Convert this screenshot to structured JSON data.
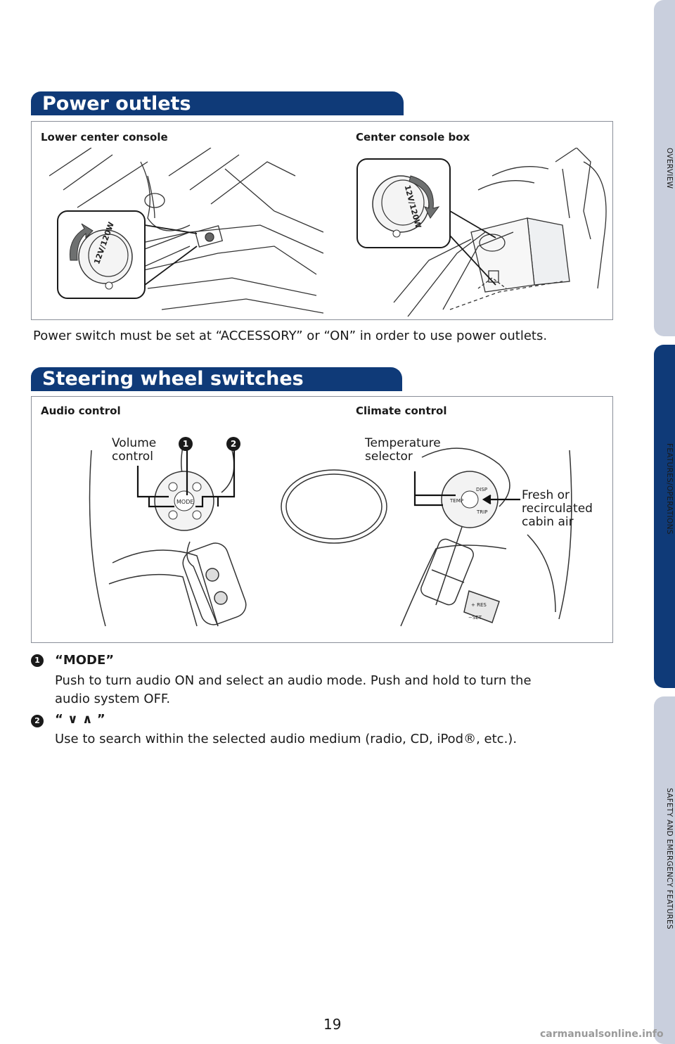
{
  "side_tabs": [
    "OVERVIEW",
    "FEATURES/OPERATIONS",
    "SAFETY AND EMERGENCY FEATURES"
  ],
  "power_outlets": {
    "title": "Power outlets",
    "left_caption": "Lower center console",
    "right_caption": "Center console box",
    "outlet_label": "12V/120W",
    "note": "Power switch must be set at “ACCESSORY” or “ON” in order to use power outlets."
  },
  "steering": {
    "title": "Steering wheel switches",
    "left_caption": "Audio control",
    "right_caption": "Climate control",
    "volume_label": "Volume control",
    "temp_label": "Temperature selector",
    "fresh_label": "Fresh or recirculated cabin air",
    "mode_btn": "MODE",
    "temp_btn": "TEMP",
    "disp_btn": "DISP",
    "trip_btn": "TRIP",
    "res_label": "+ RES",
    "set_label": "−SET",
    "badge1": "1",
    "badge2": "2"
  },
  "items": [
    {
      "number": "1",
      "heading": "“MODE”",
      "line1": "Push to turn audio ON and select an audio mode. Push and hold to turn the",
      "line2": "audio system OFF."
    },
    {
      "number": "2",
      "heading": "“ ∨ ∧ ”",
      "line1": "Use to search within the selected audio medium (radio, CD, iPod®, etc.)."
    }
  ],
  "page_number": "19",
  "watermark": "carmanualsonline.info",
  "colors": {
    "brand_blue": "#0f3a78",
    "tab_gray": "#c9cfdd"
  }
}
